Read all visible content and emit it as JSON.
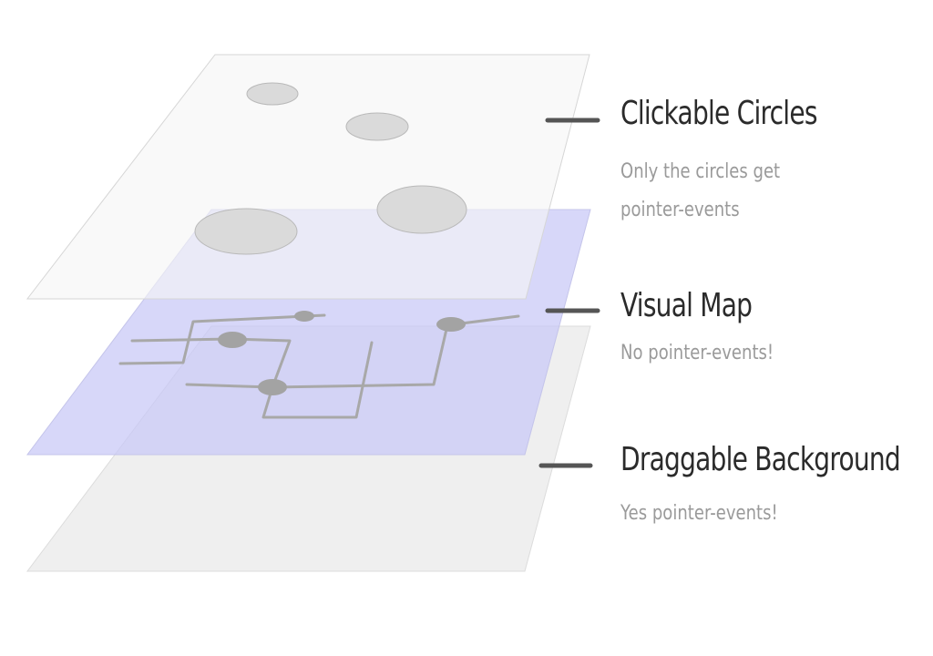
{
  "layers": [
    {
      "title": "Clickable Circles",
      "description_lines": [
        "Only the circles get",
        "pointer-events"
      ]
    },
    {
      "title": "Visual Map",
      "description_lines": [
        "No pointer-events!"
      ]
    },
    {
      "title": "Draggable Background",
      "description_lines": [
        "Yes pointer-events!"
      ]
    }
  ],
  "colors": {
    "circles_layer_fill": "#f4f4f4",
    "map_layer_fill": "#d4d4fb",
    "background_layer_fill": "#efefef",
    "circle_fill": "#dadada",
    "route_stroke": "#a8a8a8",
    "connector": "#555555",
    "title_text": "#2b2b2b",
    "desc_text": "#9a9a9a"
  }
}
